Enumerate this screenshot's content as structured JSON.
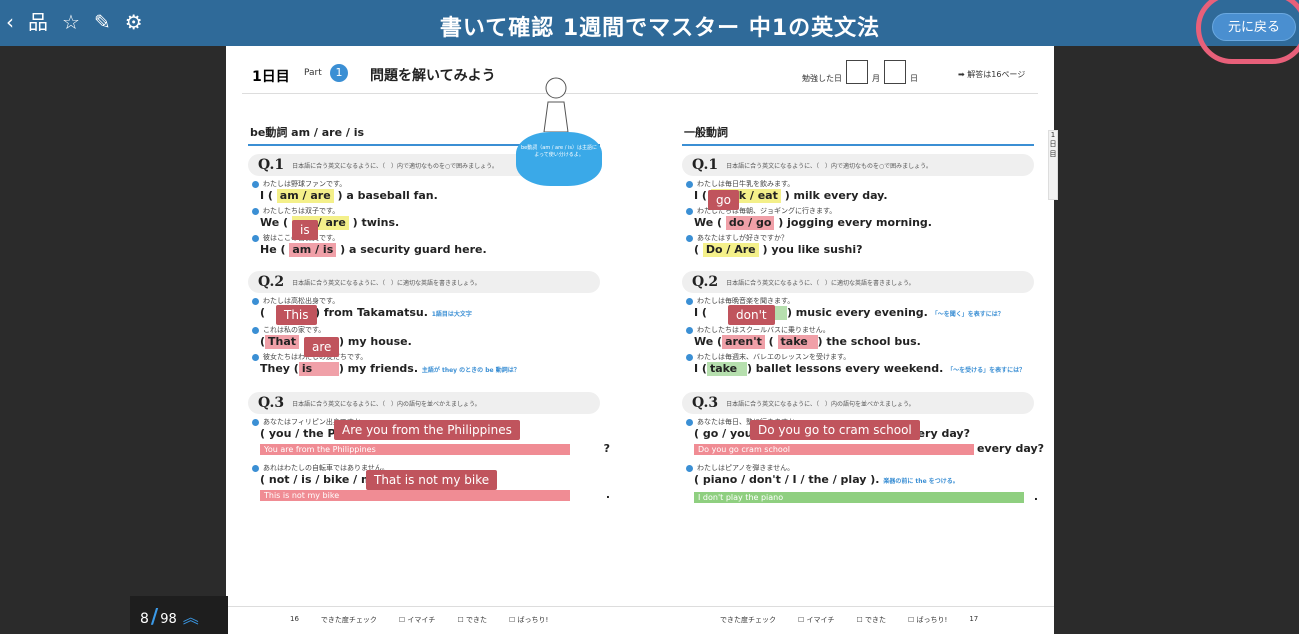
{
  "header": {
    "title": "書いて確認 1週間でマスター 中1の英文法",
    "back_label": "元に戻る"
  },
  "toolbar": {
    "icons": [
      "back-chevron-icon",
      "sitemap-icon",
      "star-icon",
      "pen-icon",
      "gear-icon"
    ]
  },
  "page_head": {
    "day": "1日目",
    "part_label": "Part",
    "part_num": "1",
    "heading": "問題を解いてみよう",
    "date_label": "勉強した日",
    "month": "月",
    "day_unit": "日",
    "answer_ref": "➡ 解答は16ページ"
  },
  "left": {
    "title": "be動詞 am / are / is",
    "bubble": "be動詞（am / are / is）は主語によって使い分けるよ。",
    "q1": {
      "num": "Q.1",
      "inst": "日本語に合う英文になるように、（　）内で適切なものを○で囲みましょう。",
      "items": [
        {
          "jp": "わたしは野球ファンです。",
          "pre": "I (",
          "choice": "am / are",
          "post": ") a baseball fan."
        },
        {
          "jp": "わたしたちは双子です。",
          "pre": "We (",
          "choice": "am / are",
          "post": ") twins."
        },
        {
          "jp": "彼はここの警備員です。",
          "pre": "He (",
          "choice": "am / is",
          "post": ") a security guard here."
        }
      ],
      "tips": [
        "is"
      ]
    },
    "q2": {
      "num": "Q.2",
      "inst": "日本語に合う英文になるように、（　）に適切な英語を書きましょう。",
      "items": [
        {
          "jp": "わたしは高松出身です。",
          "pre": "(",
          "fill": "",
          "post": ") from Takamatsu.",
          "hint": "1語目は大文字"
        },
        {
          "jp": "これは私の家です。",
          "pre": "(",
          "fill": "That",
          "post": ") my house."
        },
        {
          "jp": "彼女たちはわたしの友だちです。",
          "pre": "They (",
          "fill": "is",
          "post": ") my friends.",
          "hint": "主語が they のときの be 動詞は？"
        }
      ],
      "tips": [
        "This",
        "are"
      ]
    },
    "q3": {
      "num": "Q.3",
      "inst": "日本語に合う英文になるように、（　）内の語句を並べかえましょう。",
      "items": [
        {
          "jp": "あなたはフィリピン出身ですか。",
          "words": "( you / the Philippines / are / from )",
          "bar": "You are from the Philippines",
          "end": "?"
        },
        {
          "jp": "あれはわたしの自転車ではありません。",
          "words": "( not / is / bike / my / that )",
          "bar": "This is not my bike",
          "end": "."
        }
      ],
      "tips": [
        "Are you from the Philippines",
        "That is not my bike"
      ]
    }
  },
  "right": {
    "title": "一般動詞",
    "q1": {
      "num": "Q.1",
      "inst": "日本語に合う英文になるように、（　）内で適切なものを○で囲みましょう。",
      "items": [
        {
          "jp": "わたしは毎日牛乳を飲みます。",
          "pre": "I (",
          "choice": "drink / eat",
          "post": ") milk every day."
        },
        {
          "jp": "わたしたちは毎朝、ジョギングに行きます。",
          "pre": "We (",
          "choice": "do / go",
          "post": ") jogging every morning."
        },
        {
          "jp": "あなたはすしが好きですか？",
          "pre": "(",
          "choice": "Do / Are",
          "post": ") you like sushi?"
        }
      ],
      "tips": [
        "go"
      ]
    },
    "q2": {
      "num": "Q.2",
      "inst": "日本語に合う英文になるように、（　）に適切な英語を書きましょう。",
      "items": [
        {
          "jp": "わたしは毎晩音楽を聞きます。",
          "pre": "I (",
          "fill": "to",
          "post": ") music every evening.",
          "hint": "「～を聞く」を表すには？"
        },
        {
          "jp": "わたしたちはスクールバスに乗りません。",
          "pre": "We (",
          "fill": "aren't",
          "fill2": "take",
          "post": ") the school bus."
        },
        {
          "jp": "わたしは毎週末、バレエのレッスンを受けます。",
          "pre": "I (",
          "fill": "take",
          "post": ") ballet lessons every weekend.",
          "hint": "「～を受ける」を表すには？"
        }
      ],
      "tips": [
        "don't"
      ]
    },
    "q3": {
      "num": "Q.3",
      "inst": "日本語に合う英文になるように、（　）内の語句を並べかえましょう。",
      "items": [
        {
          "jp": "あなたは毎日、塾に行きますか。",
          "words": "( go / you / cram school / do / to ) every day?",
          "bar": "Do you go cram school",
          "end": "every day?"
        },
        {
          "jp": "わたしはピアノを弾きません。",
          "words": "( piano / don't / I / the / play ).",
          "hint": "楽器の前に the をつける。",
          "bar": "I don't play the piano",
          "end": "."
        }
      ],
      "tips": [
        "Do you go to cram school"
      ]
    }
  },
  "footer": {
    "check_label": "できた度チェック",
    "opt1": "☐ イマイチ",
    "opt2": "☐ できた",
    "opt3": "☐ ばっちり!",
    "left_page": "16",
    "right_page": "17"
  },
  "side_tab": "1日目",
  "counter": {
    "current": "8",
    "sep": "/",
    "total": "98"
  }
}
